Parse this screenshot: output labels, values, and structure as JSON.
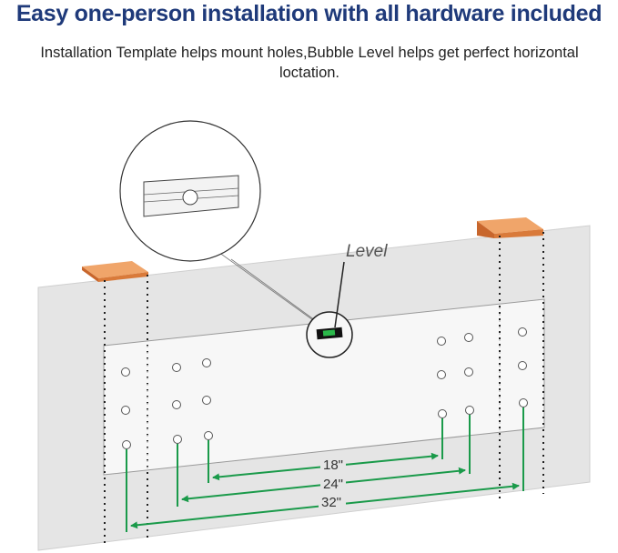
{
  "headline": "Easy one-person installation with all hardware included",
  "subtitle": "Installation Template helps mount holes,Bubble Level helps get perfect horizontal loctation.",
  "level_label": "Level",
  "dimensions": {
    "d18": "18\"",
    "d24": "24\"",
    "d32": "32\""
  },
  "colors": {
    "headline": "#1f3a7a",
    "wall": "#e5e5e5",
    "template": "#f7f7f7",
    "stud": "#d97a3a",
    "arrow": "#1a9a4a",
    "bubble_level": "#2ab84a"
  }
}
